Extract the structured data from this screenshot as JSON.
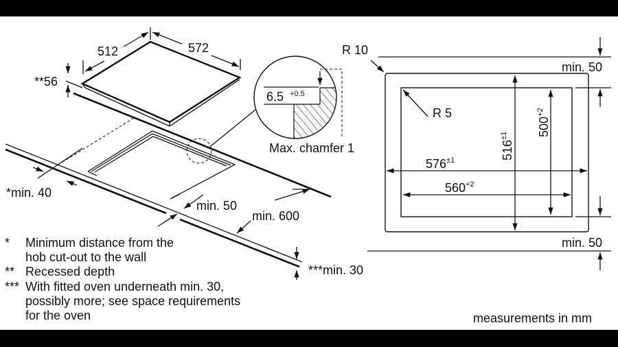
{
  "hob_view": {
    "depth": "512",
    "width": "572",
    "recessed_depth": "**56",
    "wall_distance": "*min. 40",
    "front_distance": "min. 50",
    "worktop_depth": "min. 600",
    "under_clearance": "***min. 30"
  },
  "detail": {
    "depth_value": "6.5",
    "depth_tolerance": "+0.5",
    "chamfer": "Max. chamfer 1"
  },
  "cutout_view": {
    "outer_radius": "R 10",
    "inner_radius": "R 5",
    "outer_width": "576",
    "outer_width_tol": "±1",
    "inner_width": "560",
    "inner_width_tol": "+2",
    "outer_depth": "516",
    "outer_depth_tol": "±1",
    "inner_depth": "500",
    "inner_depth_tol": "+2",
    "top_margin": "min. 50",
    "bottom_margin": "min. 50"
  },
  "notes": [
    {
      "mark": "*",
      "lines": [
        "Minimum distance from the",
        "hob cut-out to the wall"
      ]
    },
    {
      "mark": "**",
      "lines": [
        "Recessed depth"
      ]
    },
    {
      "mark": "***",
      "lines": [
        "With fitted oven underneath min. 30,",
        "possibly more; see space requirements",
        "for the oven"
      ]
    }
  ],
  "units_note": "measurements in mm"
}
